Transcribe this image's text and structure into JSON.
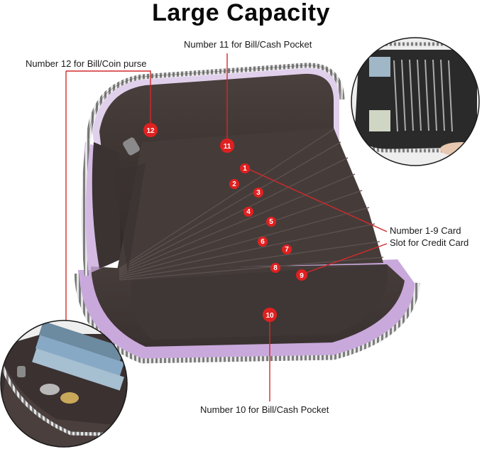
{
  "title": "Large Capacity",
  "callouts": {
    "pocket_12": "Number 12 for Bill/Coin purse",
    "pocket_11": "Number 11 for Bill/Cash Pocket",
    "card_slots_line1": "Number 1-9 Card",
    "card_slots_line2": "Slot for Credit Card",
    "pocket_10": "Number 10 for Bill/Cash Pocket"
  },
  "badges": [
    "1",
    "2",
    "3",
    "4",
    "5",
    "6",
    "7",
    "8",
    "9",
    "10",
    "11",
    "12"
  ],
  "colors": {
    "badge": "#e02020",
    "leader_line": "#d22a2a",
    "lining": "#3e3533",
    "wallet_exterior": "#c9a9dc",
    "zipper": "#b9b9b9"
  }
}
